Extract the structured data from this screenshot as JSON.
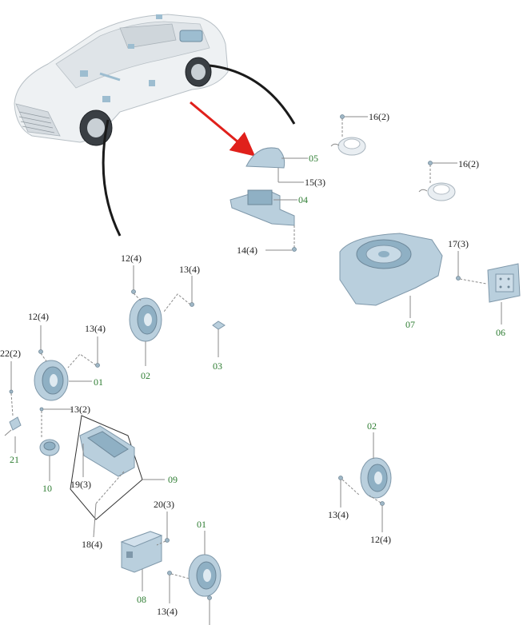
{
  "labels": {
    "p01a": "01",
    "p01b": "01",
    "p02a": "02",
    "p02b": "02",
    "p03": "03",
    "p04": "04",
    "p05": "05",
    "p06": "06",
    "p07": "07",
    "p08": "08",
    "p09": "09",
    "p10": "10",
    "p21": "21",
    "q12_4a": "12(4)",
    "q12_4b": "12(4)",
    "q12_4c": "12(4)",
    "q13_4a": "13(4)",
    "q13_4b": "13(4)",
    "q13_4c": "13(4)",
    "q13_4d": "13(4)",
    "q13_2": "13(2)",
    "q14_4": "14(4)",
    "q15_3": "15(3)",
    "q16_2a": "16(2)",
    "q16_2b": "16(2)",
    "q17_3": "17(3)",
    "q18_4": "18(4)",
    "q19_3": "19(3)",
    "q20_3": "20(3)",
    "q22_2": "22(2)"
  },
  "colors": {
    "part_number_label": "#2e7d32",
    "quantity_label": "#222222",
    "highlight_arrow": "#e0201b",
    "part_fill": "#b9cfdd"
  }
}
